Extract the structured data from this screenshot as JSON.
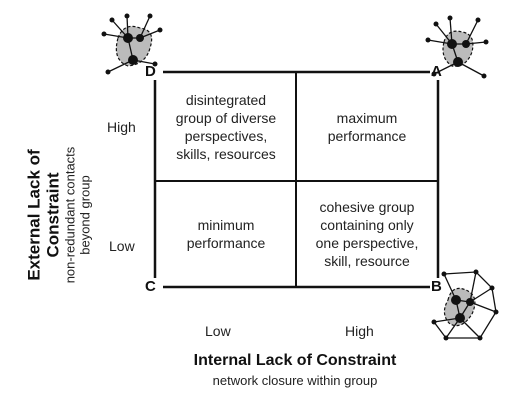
{
  "corners": {
    "top_left": "D",
    "top_right": "A",
    "bottom_left": "C",
    "bottom_right": "B"
  },
  "quadrants": {
    "top_left": [
      "disintegrated",
      "group of diverse",
      "perspectives,",
      "skills, resources"
    ],
    "top_right": [
      "maximum",
      "performance"
    ],
    "bottom_left": [
      "minimum",
      "performance"
    ],
    "bottom_right": [
      "cohesive group",
      "containing only",
      "one perspective,",
      "skill, resource"
    ]
  },
  "y_axis": {
    "title_line1": "External Lack of",
    "title_line2": "Constraint",
    "subtitle_line1": "non-redundant contacts",
    "subtitle_line2": "beyond group",
    "high": "High",
    "low": "Low"
  },
  "x_axis": {
    "title": "Internal Lack of Constraint",
    "subtitle": "network closure within group",
    "low": "Low",
    "high": "High"
  },
  "network_icons": [
    "network-icon-open",
    "network-icon-open",
    "network-icon-closed"
  ]
}
